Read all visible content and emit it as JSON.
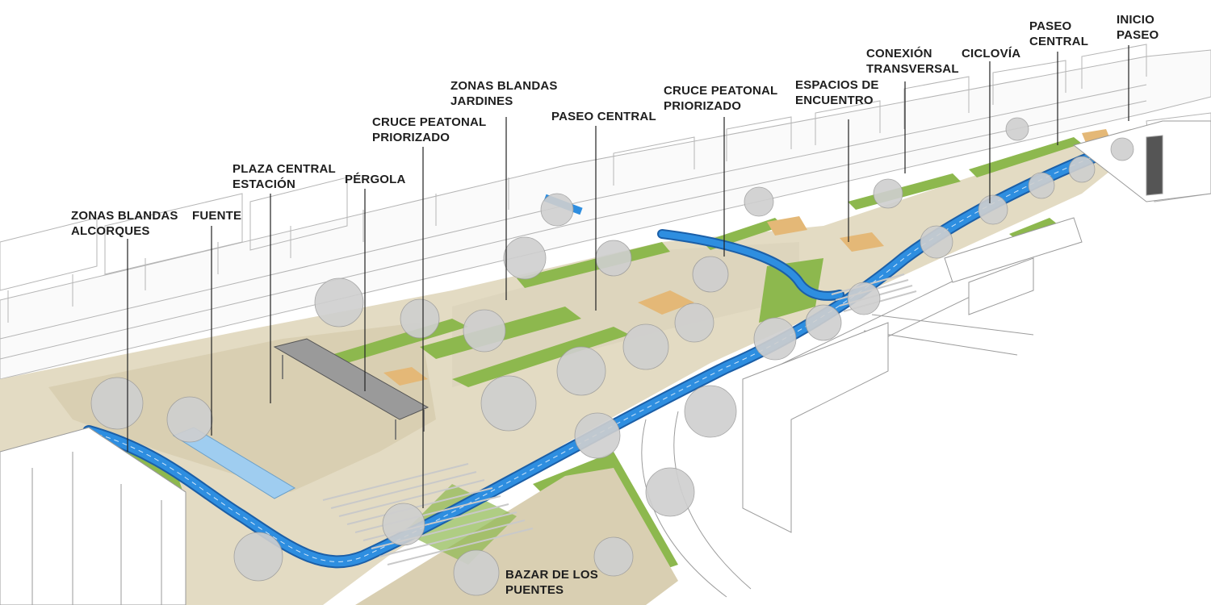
{
  "colors": {
    "background": "#ffffff",
    "plaza": "#d9cfb2",
    "grass": "#8db84e",
    "bikeway": "#2e8ee0",
    "bikeway_edge": "#1b5fa8",
    "fountain": "#9fcdf0",
    "deck": "#e4b877",
    "tree": "#c8c8c8",
    "building_line": "#b5b5b5",
    "leader": "#222222"
  },
  "labels": [
    {
      "id": "zonas-blandas-alcorques",
      "lines": [
        "ZONAS BLANDAS",
        "ALCORQUES"
      ]
    },
    {
      "id": "fuente",
      "lines": [
        "FUENTE"
      ]
    },
    {
      "id": "plaza-central-estacion",
      "lines": [
        "PLAZA CENTRAL",
        "ESTACIÓN"
      ]
    },
    {
      "id": "pergola",
      "lines": [
        "PÉRGOLA"
      ]
    },
    {
      "id": "cruce-peatonal-1",
      "lines": [
        "CRUCE PEATONAL",
        "PRIORIZADO"
      ]
    },
    {
      "id": "zonas-blandas-jardines",
      "lines": [
        "ZONAS BLANDAS",
        "JARDINES"
      ]
    },
    {
      "id": "paseo-central-1",
      "lines": [
        "PASEO CENTRAL"
      ]
    },
    {
      "id": "cruce-peatonal-2",
      "lines": [
        "CRUCE PEATONAL",
        "PRIORIZADO"
      ]
    },
    {
      "id": "espacios-de-encuentro",
      "lines": [
        "ESPACIOS DE",
        "ENCUENTRO"
      ]
    },
    {
      "id": "conexion-transversal",
      "lines": [
        "CONEXIÓN",
        "TRANSVERSAL"
      ]
    },
    {
      "id": "ciclovia",
      "lines": [
        "CICLOVÍA"
      ]
    },
    {
      "id": "paseo-central-2",
      "lines": [
        "PASEO",
        "CENTRAL"
      ]
    },
    {
      "id": "inicio-paseo",
      "lines": [
        "INICIO",
        "PASEO"
      ]
    },
    {
      "id": "bazar-de-los-puentes",
      "lines": [
        "BAZAR DE LOS",
        "PUENTES"
      ]
    }
  ]
}
